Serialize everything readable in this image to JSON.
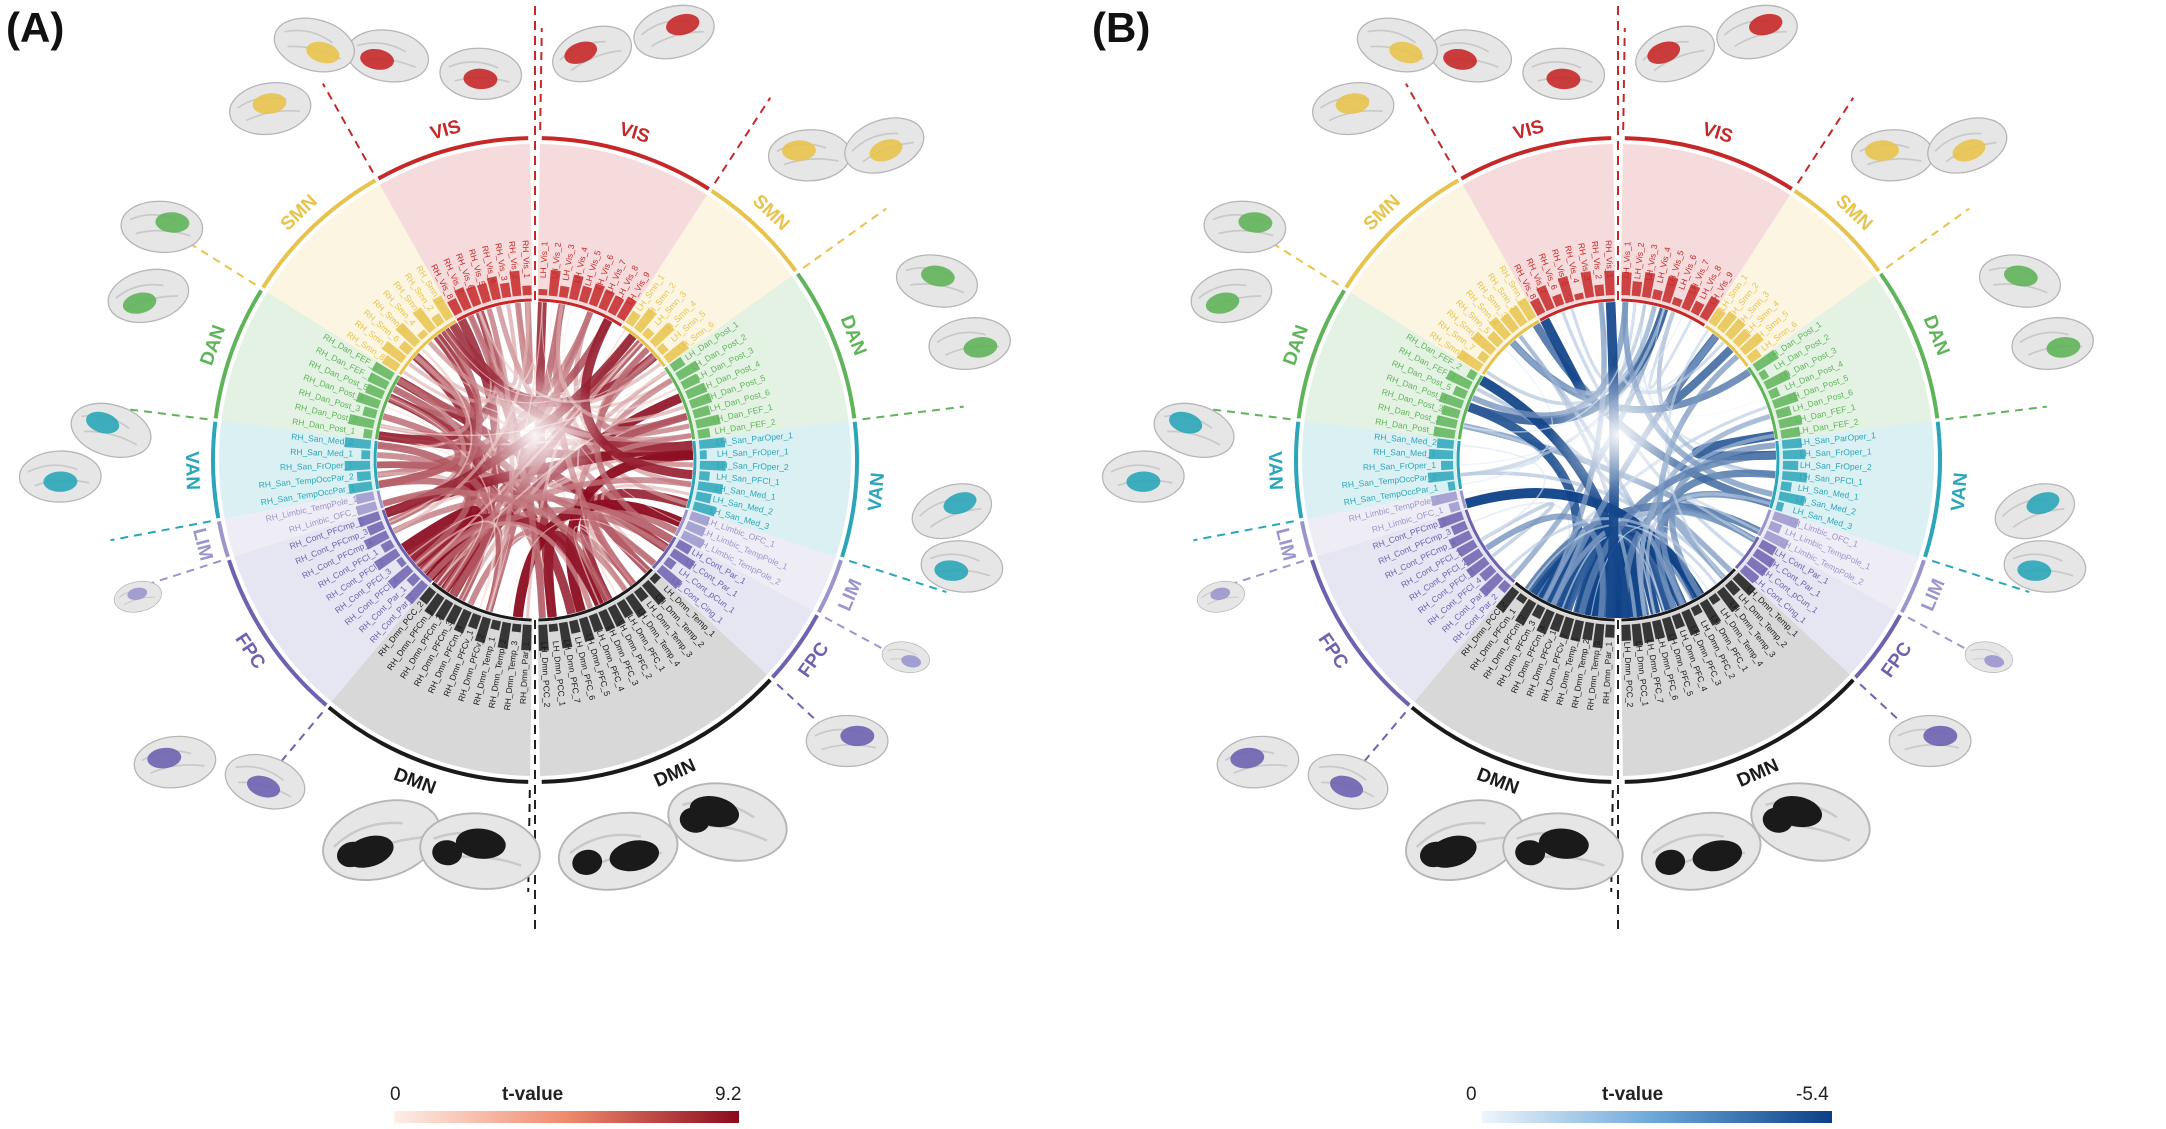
{
  "panels": [
    {
      "label": "(A)",
      "scheme": "red",
      "colorbar": {
        "min": "0",
        "max": "9.2",
        "title": "t-value",
        "from": "#fdeee7",
        "to": "#8b0a1e"
      },
      "networks": [
        {
          "name": "VIS",
          "color": "#c62828"
        },
        {
          "name": "SMN",
          "color": "#e8c34c"
        },
        {
          "name": "DAN",
          "color": "#5fb45a"
        },
        {
          "name": "VAN",
          "color": "#2aa6b8"
        },
        {
          "name": "LIM",
          "color": "#9a96cc"
        },
        {
          "name": "FPC",
          "color": "#6d62b0"
        },
        {
          "name": "DMN",
          "color": "#1a1a1a"
        }
      ]
    },
    {
      "label": "(B)",
      "scheme": "blue",
      "colorbar": {
        "min": "0",
        "max": "-5.4",
        "title": "t-value",
        "from": "#edf5fc",
        "to": "#0b3f86"
      },
      "networks": [
        {
          "name": "VIS",
          "color": "#c62828"
        },
        {
          "name": "SMN",
          "color": "#e8c34c"
        },
        {
          "name": "DAN",
          "color": "#5fb45a"
        },
        {
          "name": "VAN",
          "color": "#2aa6b8"
        },
        {
          "name": "LIM",
          "color": "#9a96cc"
        },
        {
          "name": "FPC",
          "color": "#6d62b0"
        },
        {
          "name": "DMN",
          "color": "#1a1a1a"
        }
      ]
    }
  ],
  "hemispheres": {
    "LH": [
      {
        "network": "VIS",
        "regions": [
          "LH_Vis_1",
          "LH_Vis_2",
          "LH_Vis_3",
          "LH_Vis_4",
          "LH_Vis_5",
          "LH_Vis_6",
          "LH_Vis_7",
          "LH_Vis_8",
          "LH_Vis_9"
        ]
      },
      {
        "network": "SMN",
        "regions": [
          "LH_Smn_1",
          "LH_Smn_2",
          "LH_Smn_3",
          "LH_Smn_4",
          "LH_Smn_5",
          "LH_Smn_6"
        ]
      },
      {
        "network": "DAN",
        "regions": [
          "LH_Dan_Post_1",
          "LH_Dan_Post_2",
          "LH_Dan_Post_3",
          "LH_Dan_Post_4",
          "LH_Dan_Post_5",
          "LH_Dan_Post_6",
          "LH_Dan_FEF_1",
          "LH_Dan_FEF_2"
        ]
      },
      {
        "network": "VAN",
        "regions": [
          "LH_San_ParOper_1",
          "LH_San_FrOper_1",
          "LH_San_FrOper_2",
          "LH_San_PFCl_1",
          "LH_San_Med_1",
          "LH_San_Med_2",
          "LH_San_Med_3"
        ]
      },
      {
        "network": "LIM",
        "regions": [
          "LH_Limbic_OFC_1",
          "LH_Limbic_TempPole_1",
          "LH_Limbic_TempPole_2"
        ]
      },
      {
        "network": "FPC",
        "regions": [
          "LH_Cont_Par_1",
          "LH_Cont_Par_1",
          "LH_Cont_pCun_1",
          "LH_Cont_Cing_1"
        ]
      },
      {
        "network": "DMN",
        "regions": [
          "LH_Dmn_Temp_1",
          "LH_Dmn_Temp_2",
          "LH_Dmn_Temp_3",
          "LH_Dmn_Temp_4",
          "LH_Dmn_PFC_1",
          "LH_Dmn_PFC_2",
          "LH_Dmn_PFC_3",
          "LH_Dmn_PFC_4",
          "LH_Dmn_PFC_5",
          "LH_Dmn_PFC_6",
          "LH_Dmn_PFC_7",
          "LH_Dmn_PCC_1",
          "LH_Dmn_PCC_2"
        ]
      }
    ],
    "RH": [
      {
        "network": "VIS",
        "regions": [
          "RH_Vis_1",
          "RH_Vis_2",
          "RH_Vis_3",
          "RH_Vis_4",
          "RH_Vis_5",
          "RH_Vis_6",
          "RH_Vis_7",
          "RH_Vis_8"
        ]
      },
      {
        "network": "SMN",
        "regions": [
          "RH_Smn_1",
          "RH_Smn_2",
          "RH_Smn_3",
          "RH_Smn_4",
          "RH_Smn_5",
          "RH_Smn_6",
          "RH_Smn_7",
          "RH_Smn_8"
        ]
      },
      {
        "network": "DAN",
        "regions": [
          "RH_Dan_FEF_2",
          "RH_Dan_FEF_1",
          "RH_Dan_Post_5",
          "RH_Dan_Post_4",
          "RH_Dan_Post_3",
          "RH_Dan_Post_2",
          "RH_Dan_Post_1"
        ]
      },
      {
        "network": "VAN",
        "regions": [
          "RH_San_Med_2",
          "RH_San_Med_1",
          "RH_San_FrOper_1",
          "RH_San_TempOccPar_2",
          "RH_San_TempOccPar_1"
        ]
      },
      {
        "network": "LIM",
        "regions": [
          "RH_Limbic_TempPole_1",
          "RH_Limbic_OFC_1"
        ]
      },
      {
        "network": "FPC",
        "regions": [
          "RH_Cont_PFCmp_2",
          "RH_Cont_PFCmp_3",
          "RH_Cont_PFCmp_4",
          "RH_Cont_PFCl_1",
          "RH_Cont_PFCl_2",
          "RH_Cont_PFCl_3",
          "RH_Cont_PFCl_4",
          "RH_Cont_Par_1",
          "RH_Cont_Par_2"
        ]
      },
      {
        "network": "DMN",
        "regions": [
          "RH_Dmn_PCC_2",
          "RH_Dmn_PFCm_1",
          "RH_Dmn_PFCm_2",
          "RH_Dmn_PFCm_3",
          "RH_Dmn_PFCm_4",
          "RH_Dmn_PFCv_1",
          "RH_Dmn_PFCv_2",
          "RH_Dmn_Temp_1",
          "RH_Dmn_Temp_2",
          "RH_Dmn_Temp_3",
          "RH_Dmn_Par_1"
        ]
      }
    ]
  }
}
